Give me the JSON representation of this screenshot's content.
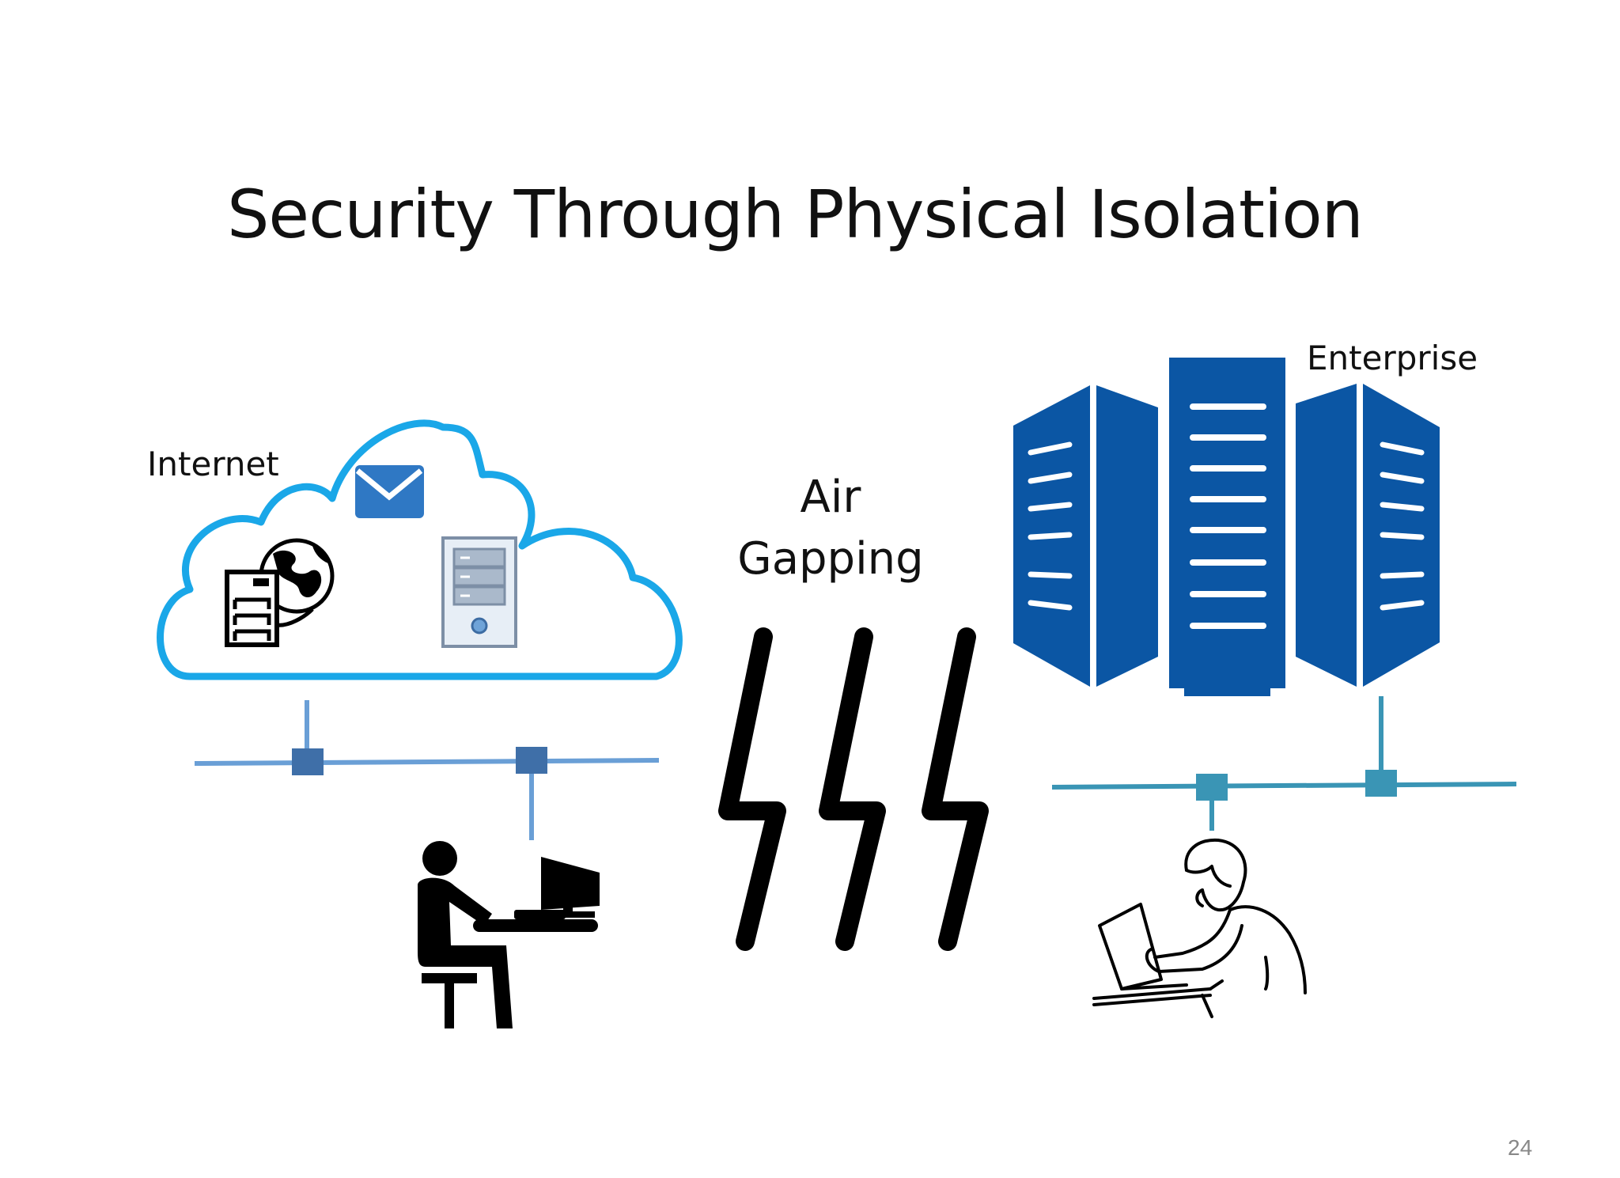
{
  "slide": {
    "title": "Security Through Physical Isolation",
    "page_number": "24"
  },
  "labels": {
    "internet": "Internet",
    "enterprise": "Enterprise",
    "air_gap_line1": "Air",
    "air_gap_line2": "Gapping"
  },
  "colors": {
    "cloud_outline": "#1aa7e8",
    "internet_network": "#6a9fd6",
    "internet_node": "#3f6fa8",
    "enterprise_network": "#3a95b5",
    "server_blue": "#0b56a4",
    "mail_blue": "#2f78c4"
  },
  "icons": {
    "cloud": "cloud-icon",
    "mail": "envelope-icon",
    "web_server": "globe-server-icon",
    "server": "tower-server-icon",
    "lightning": "lightning-bolt-icon",
    "datacenter": "server-racks-icon",
    "internet_user": "person-at-computer-icon",
    "enterprise_user": "person-at-laptop-icon"
  }
}
